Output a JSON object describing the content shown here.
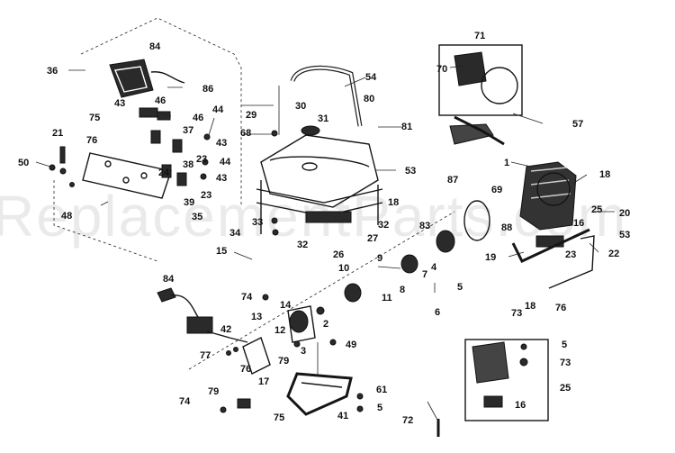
{
  "watermark": "ReplacementParts.com",
  "callouts": [
    {
      "id": "c84a",
      "text": "84"
    },
    {
      "id": "c36",
      "text": "36"
    },
    {
      "id": "c86",
      "text": "86"
    },
    {
      "id": "c43a",
      "text": "43"
    },
    {
      "id": "c46a",
      "text": "46"
    },
    {
      "id": "c46b",
      "text": "46"
    },
    {
      "id": "c75a",
      "text": "75"
    },
    {
      "id": "c44a",
      "text": "44"
    },
    {
      "id": "c37",
      "text": "37"
    },
    {
      "id": "c43b",
      "text": "43"
    },
    {
      "id": "c21",
      "text": "21"
    },
    {
      "id": "c76a",
      "text": "76"
    },
    {
      "id": "c50",
      "text": "50"
    },
    {
      "id": "c23a",
      "text": "23"
    },
    {
      "id": "c44b",
      "text": "44"
    },
    {
      "id": "c38",
      "text": "38"
    },
    {
      "id": "c24",
      "text": "24"
    },
    {
      "id": "c43c",
      "text": "43"
    },
    {
      "id": "c23b",
      "text": "23"
    },
    {
      "id": "c39",
      "text": "39"
    },
    {
      "id": "c35",
      "text": "35"
    },
    {
      "id": "c48",
      "text": "48"
    },
    {
      "id": "c54",
      "text": "54"
    },
    {
      "id": "c30",
      "text": "30"
    },
    {
      "id": "c29",
      "text": "29"
    },
    {
      "id": "c80",
      "text": "80"
    },
    {
      "id": "c31",
      "text": "31"
    },
    {
      "id": "c68",
      "text": "68"
    },
    {
      "id": "c81",
      "text": "81"
    },
    {
      "id": "c53a",
      "text": "53"
    },
    {
      "id": "c18a",
      "text": "18"
    },
    {
      "id": "c33",
      "text": "33"
    },
    {
      "id": "c32a",
      "text": "32"
    },
    {
      "id": "c34",
      "text": "34"
    },
    {
      "id": "c32b",
      "text": "32"
    },
    {
      "id": "c26",
      "text": "26"
    },
    {
      "id": "c27",
      "text": "27"
    },
    {
      "id": "c71",
      "text": "71"
    },
    {
      "id": "c70",
      "text": "70"
    },
    {
      "id": "c57",
      "text": "57"
    },
    {
      "id": "c1",
      "text": "1"
    },
    {
      "id": "c18b",
      "text": "18"
    },
    {
      "id": "c87",
      "text": "87"
    },
    {
      "id": "c69",
      "text": "69"
    },
    {
      "id": "c25a",
      "text": "25"
    },
    {
      "id": "c20",
      "text": "20"
    },
    {
      "id": "c16a",
      "text": "16"
    },
    {
      "id": "c83",
      "text": "83"
    },
    {
      "id": "c88",
      "text": "88"
    },
    {
      "id": "c53b",
      "text": "53"
    },
    {
      "id": "c19",
      "text": "19"
    },
    {
      "id": "c23c",
      "text": "23"
    },
    {
      "id": "c22",
      "text": "22"
    },
    {
      "id": "c15",
      "text": "15"
    },
    {
      "id": "c9",
      "text": "9"
    },
    {
      "id": "c10",
      "text": "10"
    },
    {
      "id": "c7",
      "text": "7"
    },
    {
      "id": "c4",
      "text": "4"
    },
    {
      "id": "c8",
      "text": "8"
    },
    {
      "id": "c5a",
      "text": "5"
    },
    {
      "id": "c84b",
      "text": "84"
    },
    {
      "id": "c74a",
      "text": "74"
    },
    {
      "id": "c14",
      "text": "14"
    },
    {
      "id": "c11",
      "text": "11"
    },
    {
      "id": "c6",
      "text": "6"
    },
    {
      "id": "c18c",
      "text": "18"
    },
    {
      "id": "c76b",
      "text": "76"
    },
    {
      "id": "c13",
      "text": "13"
    },
    {
      "id": "c12",
      "text": "12"
    },
    {
      "id": "c2",
      "text": "2"
    },
    {
      "id": "c42",
      "text": "42"
    },
    {
      "id": "c3",
      "text": "3"
    },
    {
      "id": "c49",
      "text": "49"
    },
    {
      "id": "c73a",
      "text": "73"
    },
    {
      "id": "c5b",
      "text": "5"
    },
    {
      "id": "c77",
      "text": "77"
    },
    {
      "id": "c76c",
      "text": "76"
    },
    {
      "id": "c79a",
      "text": "79"
    },
    {
      "id": "c73b",
      "text": "73"
    },
    {
      "id": "c17",
      "text": "17"
    },
    {
      "id": "c79b",
      "text": "79"
    },
    {
      "id": "c25b",
      "text": "25"
    },
    {
      "id": "c61",
      "text": "61"
    },
    {
      "id": "c74b",
      "text": "74"
    },
    {
      "id": "c75b",
      "text": "75"
    },
    {
      "id": "c5c",
      "text": "5"
    },
    {
      "id": "c16b",
      "text": "16"
    },
    {
      "id": "c41",
      "text": "41"
    },
    {
      "id": "c72",
      "text": "72"
    }
  ]
}
